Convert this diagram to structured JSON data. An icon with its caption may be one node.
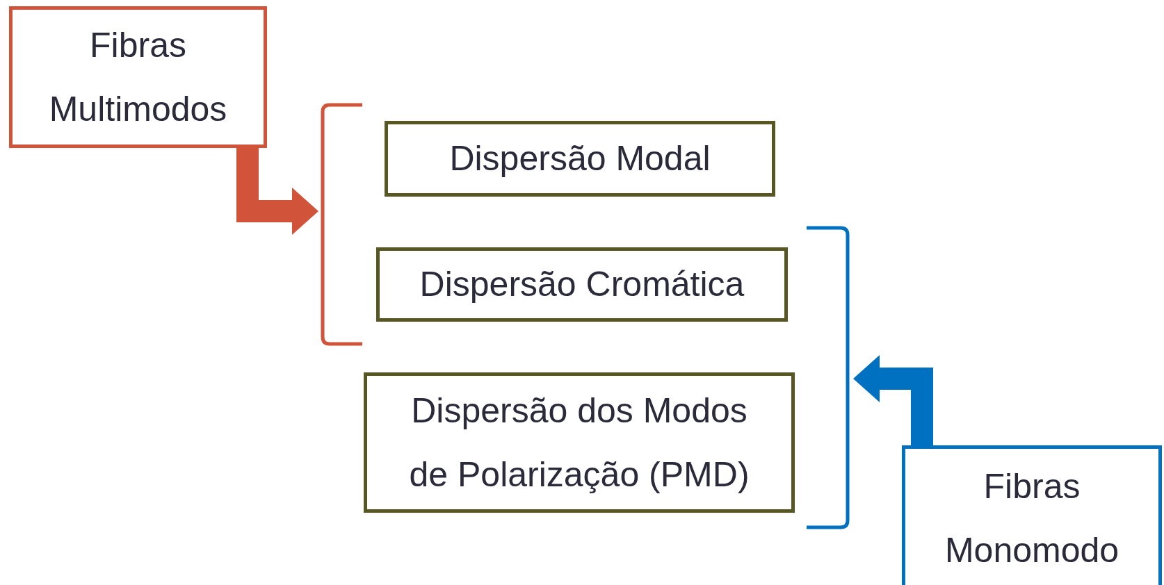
{
  "diagram": {
    "nodes": [
      {
        "text": [
          "Fibras Multimodos"
        ]
      },
      {
        "text": [],
        "shape": "bracket"
      },
      {
        "text": [
          "Dispersão Modal"
        ]
      },
      {
        "text": [
          "Dispersão Cromática"
        ]
      },
      {
        "text": [
          "Dispersão dos Modos de Polarização (PMD)"
        ]
      },
      {
        "text": [],
        "shape": "bracket"
      },
      {
        "text": [
          "Fibras Monomodo"
        ]
      }
    ],
    "edges": [
      {
        "from": 0,
        "to": 1,
        "arrow": "to",
        "color": "#d0533a"
      },
      {
        "from": 6,
        "to": 5,
        "arrow": "to",
        "color": "#0070c0"
      }
    ]
  }
}
